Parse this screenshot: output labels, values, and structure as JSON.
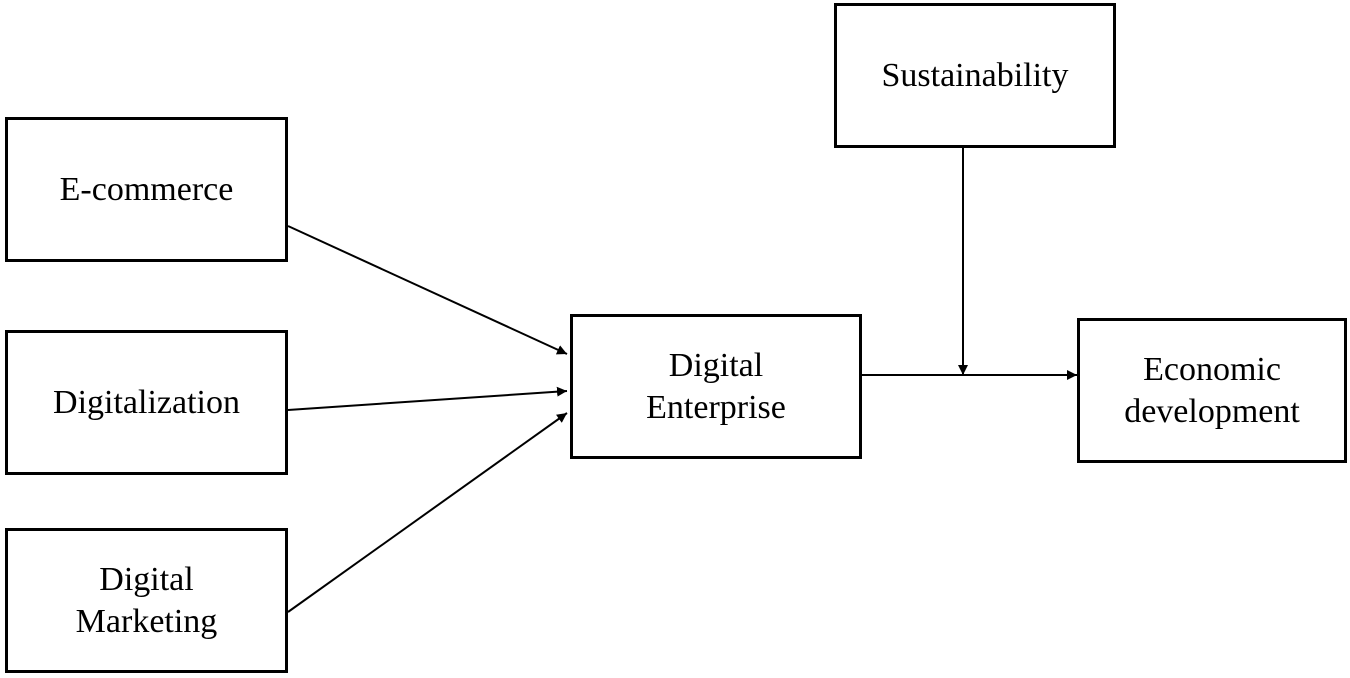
{
  "diagram": {
    "nodes": {
      "ecommerce": {
        "lines": [
          "E-commerce"
        ]
      },
      "digitalization": {
        "lines": [
          "Digitalization"
        ]
      },
      "digital_marketing": {
        "lines": [
          "Digital",
          "Marketing"
        ]
      },
      "digital_enterprise": {
        "lines": [
          "Digital",
          "Enterprise"
        ]
      },
      "sustainability": {
        "lines": [
          "Sustainability"
        ]
      },
      "economic_development": {
        "lines": [
          "Economic",
          "development"
        ]
      }
    },
    "edges": [
      {
        "from": "E-commerce",
        "to": "Digital Enterprise"
      },
      {
        "from": "Digitalization",
        "to": "Digital Enterprise"
      },
      {
        "from": "Digital Marketing",
        "to": "Digital Enterprise"
      },
      {
        "from": "Digital Enterprise",
        "to": "Economic development"
      },
      {
        "from": "Sustainability",
        "to": "Digital Enterprise → Economic development (moderation)"
      }
    ],
    "colors": {
      "line": "#000000",
      "box_border": "#000000",
      "background": "#ffffff"
    }
  }
}
